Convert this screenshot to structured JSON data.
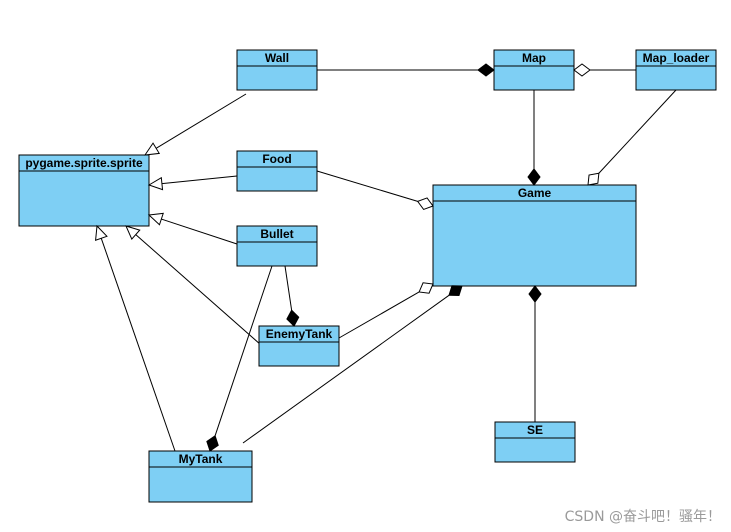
{
  "diagram": {
    "colors": {
      "box_fill": "#7ecff4",
      "stroke": "#000000",
      "background": "#ffffff"
    },
    "classes": [
      {
        "id": "wall",
        "name": "Wall"
      },
      {
        "id": "map",
        "name": "Map"
      },
      {
        "id": "map_loader",
        "name": "Map_loader"
      },
      {
        "id": "pygame_sprite",
        "name": "pygame.sprite.sprite"
      },
      {
        "id": "food",
        "name": "Food"
      },
      {
        "id": "game",
        "name": "Game"
      },
      {
        "id": "bullet",
        "name": "Bullet"
      },
      {
        "id": "enemytank",
        "name": "EnemyTank"
      },
      {
        "id": "mytank",
        "name": "MyTank"
      },
      {
        "id": "se",
        "name": "SE"
      }
    ],
    "relations": [
      {
        "from": "wall",
        "to": "pygame_sprite",
        "type": "generalization"
      },
      {
        "from": "food",
        "to": "pygame_sprite",
        "type": "generalization"
      },
      {
        "from": "bullet",
        "to": "pygame_sprite",
        "type": "generalization"
      },
      {
        "from": "enemytank",
        "to": "pygame_sprite",
        "type": "generalization"
      },
      {
        "from": "mytank",
        "to": "pygame_sprite",
        "type": "generalization"
      },
      {
        "from": "wall",
        "to": "map",
        "type": "composition"
      },
      {
        "from": "map_loader",
        "to": "map",
        "type": "aggregation"
      },
      {
        "from": "map",
        "to": "game",
        "type": "composition"
      },
      {
        "from": "map_loader",
        "to": "game",
        "type": "aggregation"
      },
      {
        "from": "food",
        "to": "game",
        "type": "aggregation"
      },
      {
        "from": "enemytank",
        "to": "game",
        "type": "aggregation"
      },
      {
        "from": "mytank",
        "to": "game",
        "type": "composition"
      },
      {
        "from": "se",
        "to": "game",
        "type": "composition"
      },
      {
        "from": "bullet",
        "to": "enemytank",
        "type": "composition"
      },
      {
        "from": "bullet",
        "to": "mytank",
        "type": "composition"
      }
    ]
  },
  "watermark": "CSDN @奋斗吧！骚年！"
}
